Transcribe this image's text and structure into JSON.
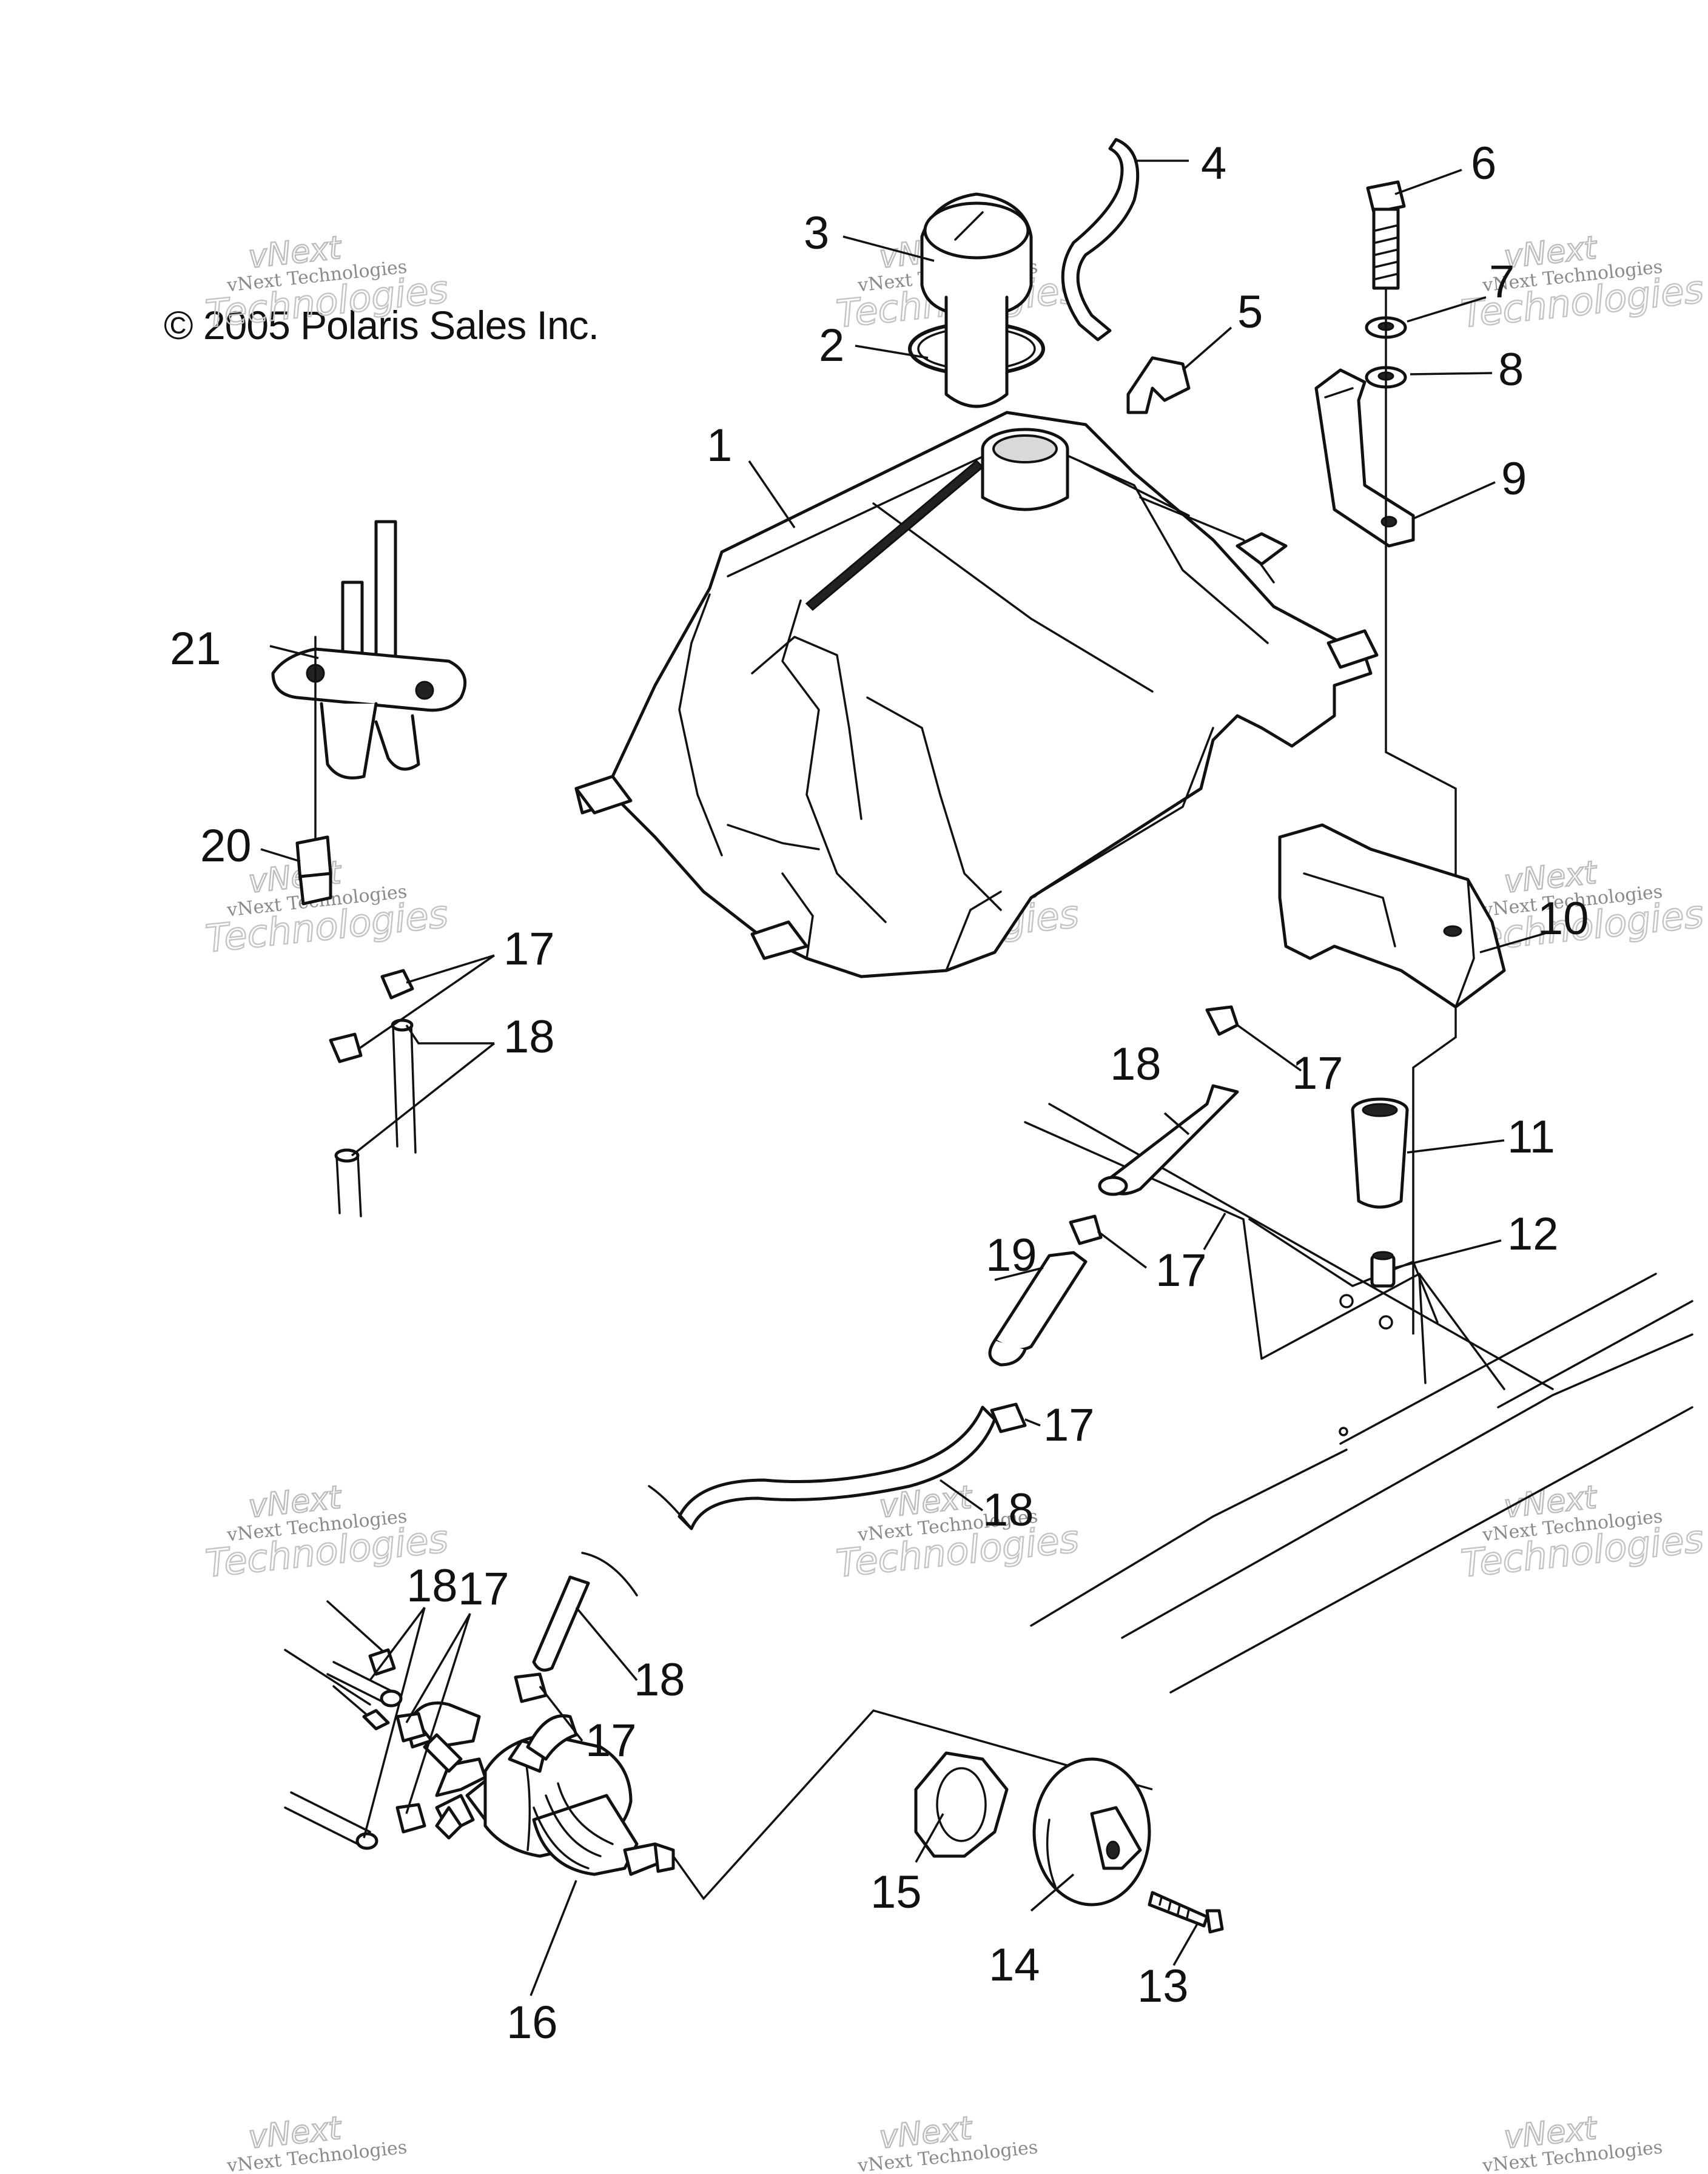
{
  "copyright": "© 2005 Polaris Sales Inc.",
  "watermark": {
    "line1": "vNext",
    "line2": "vNext Technologies",
    "line3": "Technologies"
  },
  "callouts": [
    "1",
    "2",
    "3",
    "4",
    "5",
    "6",
    "7",
    "8",
    "9",
    "10",
    "11",
    "12",
    "13",
    "14",
    "15",
    "16",
    "17",
    "18",
    "19",
    "20",
    "21"
  ]
}
